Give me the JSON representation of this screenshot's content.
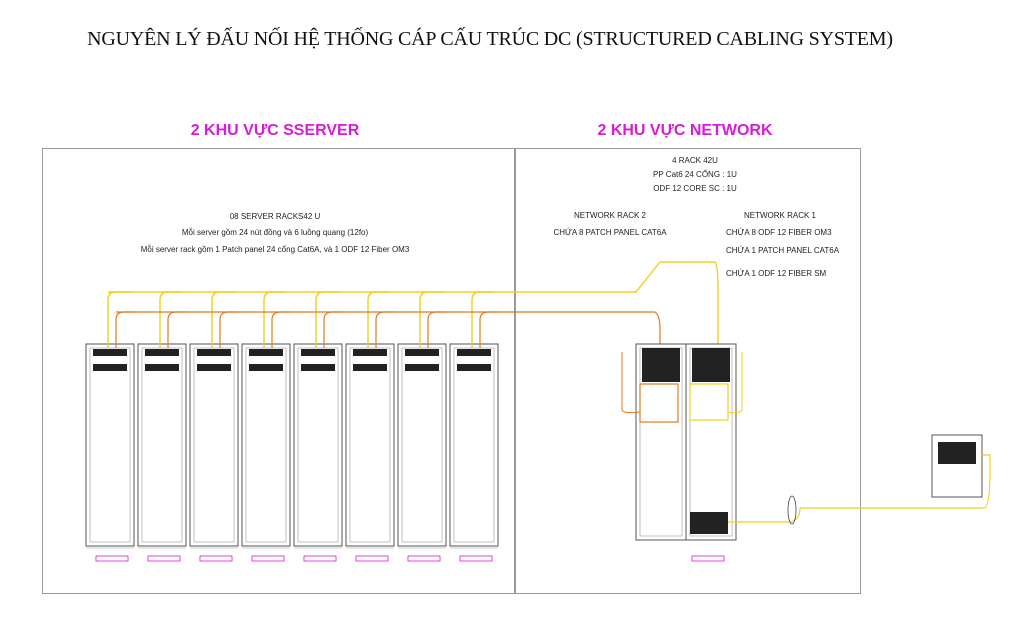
{
  "title": "NGUYÊN LÝ ĐẤU NỐI HỆ THỐNG CÁP CẤU TRÚC DC (STRUCTURED CABLING SYSTEM)",
  "server_zone": {
    "heading": "2 KHU VỰC SSERVER",
    "line1": "08 SERVER RACKS42 U",
    "line2": "Mỗi server gồm 24 nút đồng và 6 luồng quang (12fo)",
    "line3": "Mỗi server rack gồm 1 Patch panel 24 cổng Cat6A, và 1 ODF 12 Fiber OM3",
    "rack_count": 8
  },
  "network_zone": {
    "heading": "2 KHU VỰC NETWORK",
    "spec1": "4 RACK 42U",
    "spec2": "PP Cat6  24 CỔNG : 1U",
    "spec3": "ODF 12 CORE SC : 1U",
    "rack2_name": "NETWORK RACK 2",
    "rack2_desc": "CHỨA 8 PATCH PANEL CAT6A",
    "rack1_name": "NETWORK RACK 1",
    "rack1_desc1": "CHỨA 8 ODF 12 FIBER OM3",
    "rack1_desc2": "CHỨA 1 PATCH PANEL CAT6A",
    "rack1_desc3": "CHỨA 1 ODF 12 FIBER  SM"
  },
  "colors": {
    "accent_magenta": "#d81bd6",
    "fiber_yellow": "#f0d020",
    "copper_orange": "#e07a1f",
    "rack_frame": "#555555"
  }
}
